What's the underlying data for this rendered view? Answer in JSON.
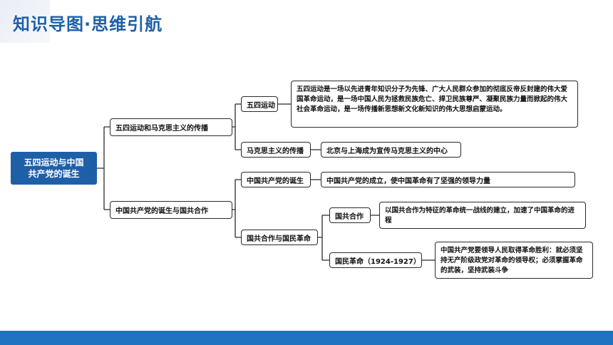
{
  "header": {
    "title": "知识导图·思维引航"
  },
  "mindmap": {
    "root": "五四运动与中国共产党的诞生",
    "branch1": {
      "label": "五四运动和马克思主义的传播",
      "sub1": {
        "label": "五四运动",
        "detail": "五四运动是一场以先进青年知识分子为先锋、广大人民群众参加的彻底反帝反封建的伟大爱国革命运动，是一场中国人民为拯救民族危亡、捍卫民族尊严、凝聚民族力量而掀起的伟大社会革命运动，是一场传播新思想新文化新知识的伟大思想启蒙运动。"
      },
      "sub2": {
        "label": "马克思主义的传播",
        "detail": "北京与上海成为宣传马克思主义的中心"
      }
    },
    "branch2": {
      "label": "中国共产党的诞生与国共合作",
      "sub1": {
        "label": "中国共产党的诞生",
        "detail": "中国共产党的成立，使中国革命有了坚强的领导力量"
      },
      "sub2": {
        "label": "国共合作与国民革命",
        "child1": {
          "label": "国共合作",
          "detail": "以国共合作为特征的革命统一战线的建立，加速了中国革命的进程"
        },
        "child2": {
          "label": "国民革命（1924-1927）",
          "detail": "中国共产党要领导人民取得革命胜利：就必须坚持无产阶级政党对革命的领导权；必须掌握革命的武装，坚持武装斗争"
        }
      }
    }
  }
}
